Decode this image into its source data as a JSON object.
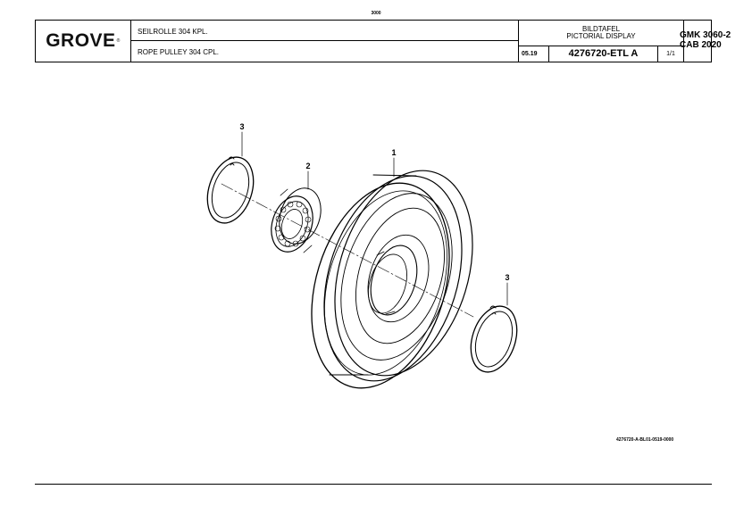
{
  "page_number": "3000",
  "title_block": {
    "logo_text": "GROVE",
    "logo_mark": "®",
    "description_de": "SEILROLLE 304 KPL.",
    "description_en": "ROPE PULLEY 304 CPL.",
    "bildtafel_line1": "BILDTAFEL",
    "bildtafel_line2": "PICTORIAL DISPLAY",
    "date": "05.19",
    "part_number": "4276720-ETL A",
    "sheet": "1/1",
    "model_line1": "GMK 3060-2",
    "model_line2": "CAB 2020"
  },
  "drawing": {
    "callouts": {
      "pulley": "1",
      "bearing": "2",
      "circlip_left": "3",
      "circlip_right": "3"
    },
    "reference": "4276720-A-BL01-0519-0000"
  }
}
